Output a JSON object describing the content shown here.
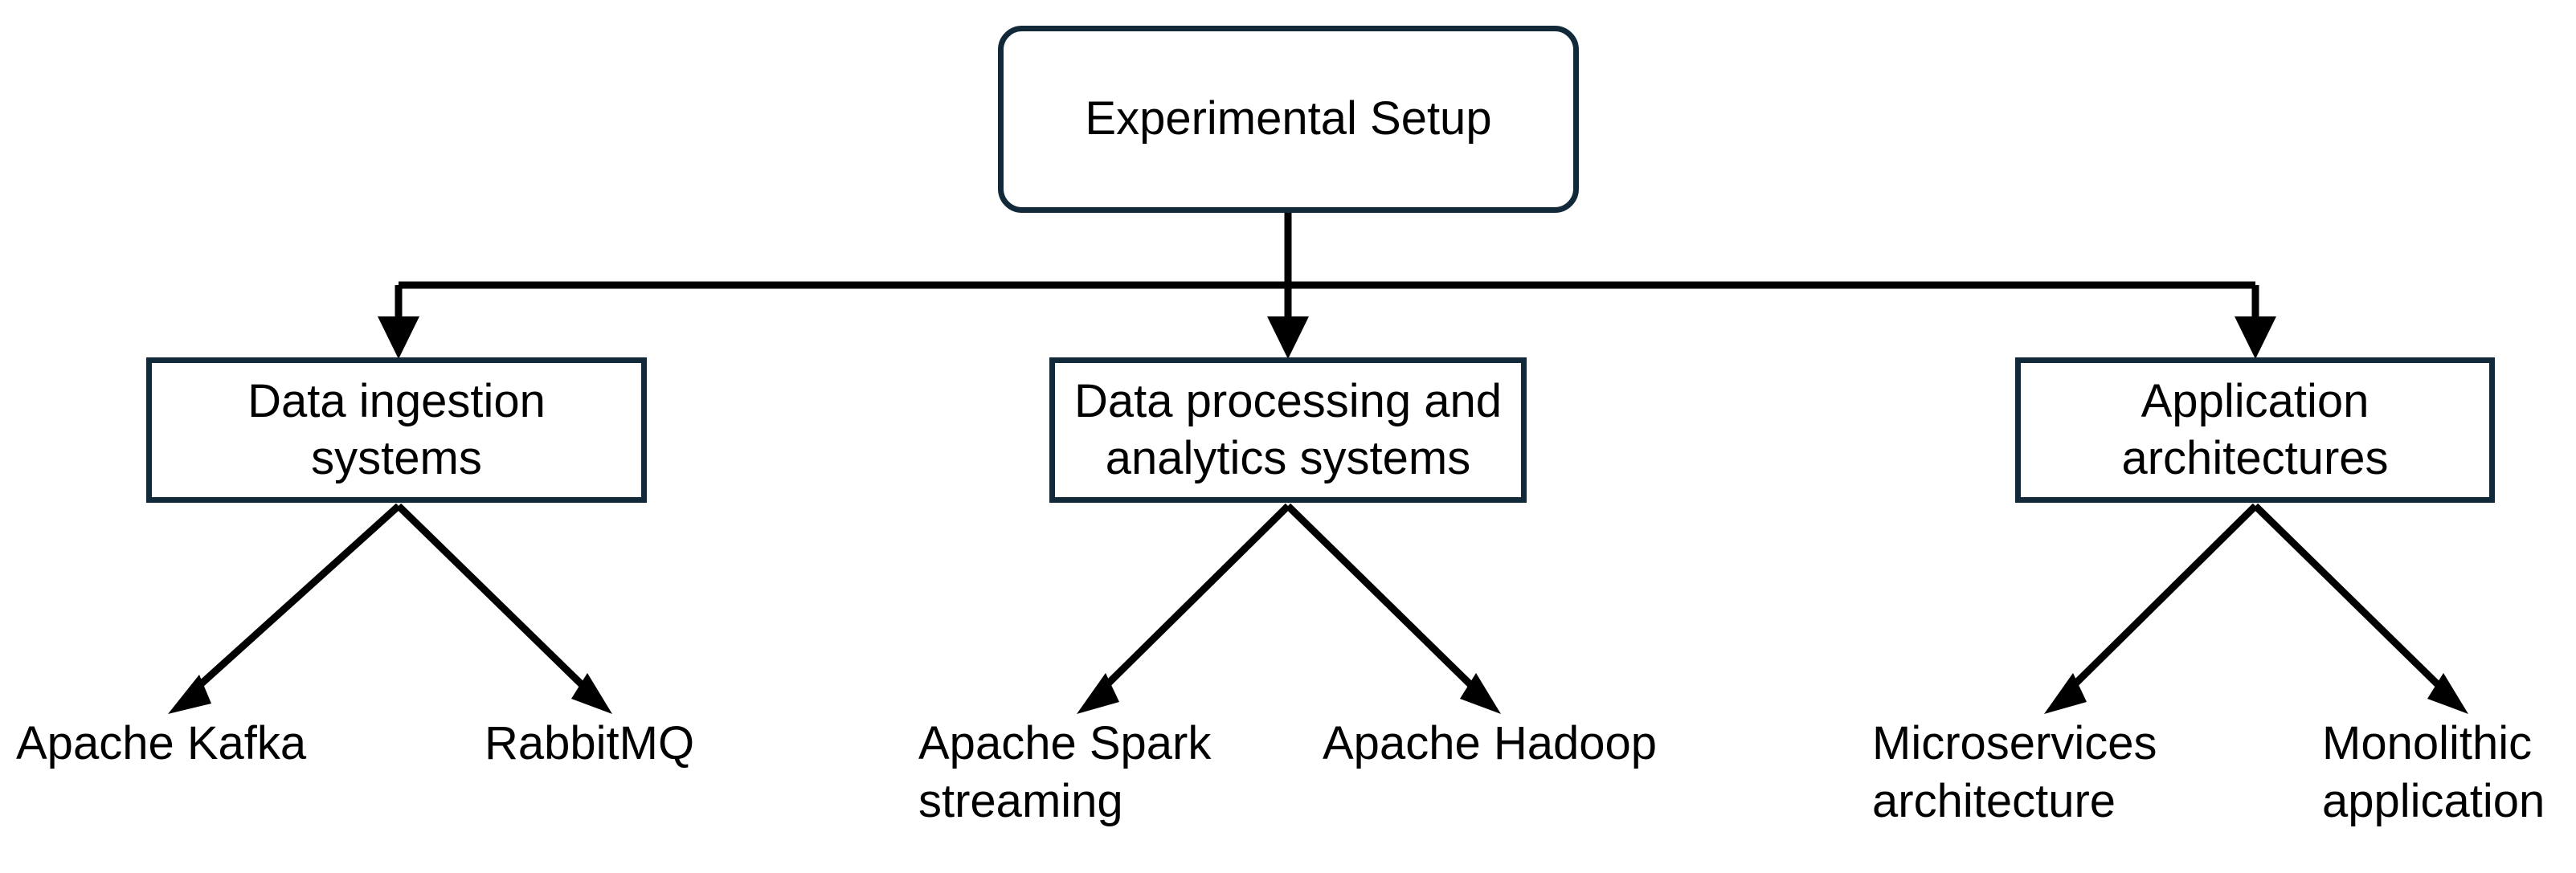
{
  "diagram": {
    "title": "Experimental Setup",
    "type": "hierarchy-tree",
    "colors": {
      "node_border": "#12293a",
      "node_fill": "#ffffff",
      "edge_line": "#000000",
      "text": "#000000",
      "background": "#ffffff"
    },
    "root": {
      "label": "Experimental Setup",
      "shape": "rounded-rectangle"
    },
    "categories": [
      {
        "id": "data-ingestion-systems",
        "label": "Data ingestion\nsystems",
        "label_line1": "Data ingestion",
        "label_line2": "systems",
        "shape": "rectangle",
        "leaves": [
          {
            "id": "apache-kafka",
            "label": "Apache Kafka"
          },
          {
            "id": "rabbitmq",
            "label": "RabbitMQ"
          }
        ]
      },
      {
        "id": "data-processing-and-analytics-systems",
        "label": "Data processing and\nanalytics systems",
        "label_line1": "Data processing and",
        "label_line2": "analytics systems",
        "shape": "rectangle",
        "leaves": [
          {
            "id": "apache-spark-streaming",
            "label": "Apache Spark\nstreaming"
          },
          {
            "id": "apache-hadoop",
            "label": "Apache Hadoop"
          }
        ]
      },
      {
        "id": "application-architectures",
        "label": "Application\narchitectures",
        "label_line1": "Application",
        "label_line2": "architectures",
        "shape": "rectangle",
        "leaves": [
          {
            "id": "microservices-architecture",
            "label": "Microservices\narchitecture"
          },
          {
            "id": "monolithic-application",
            "label": "Monolithic\napplication"
          }
        ]
      }
    ]
  }
}
